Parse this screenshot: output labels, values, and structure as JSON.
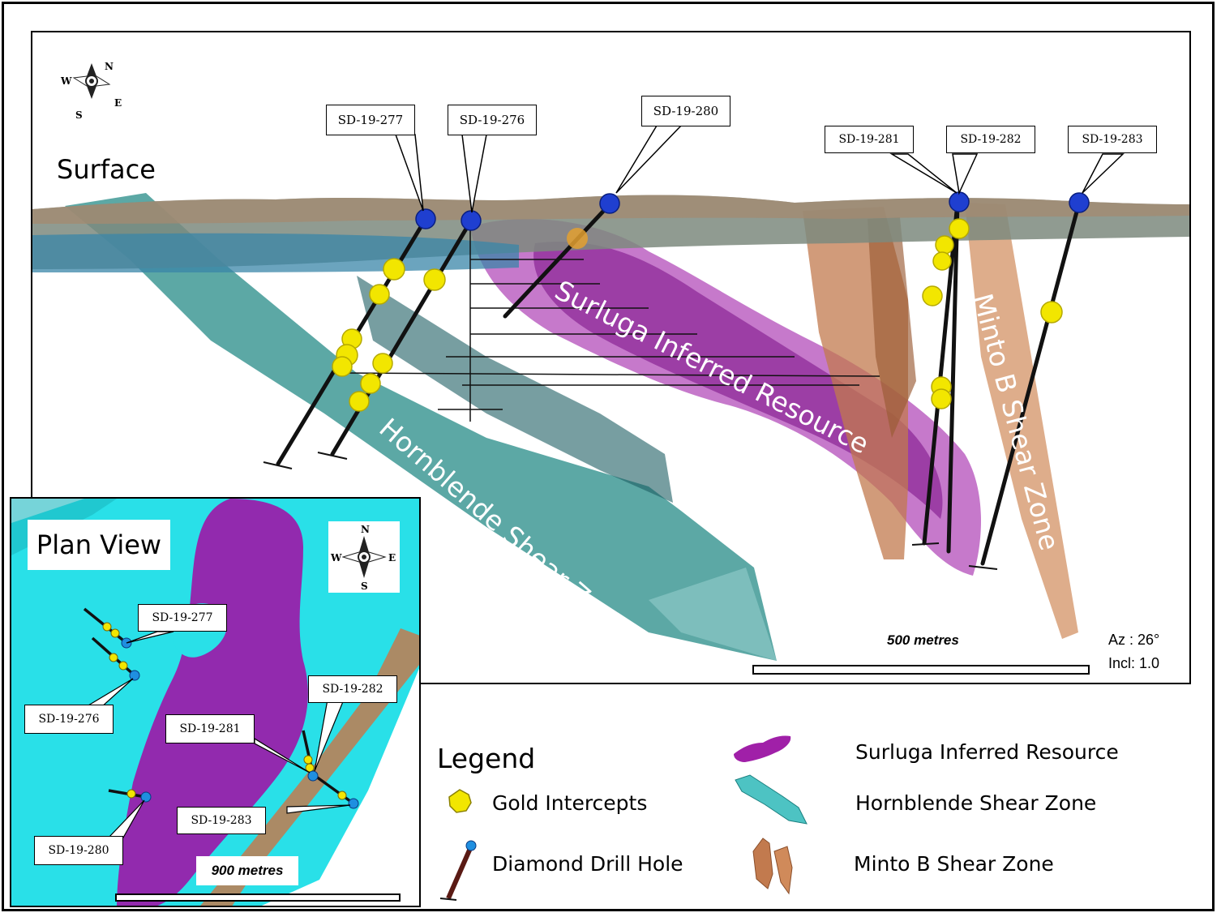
{
  "section": {
    "surface_label": "Surface",
    "zone_labels": {
      "surluga": "Surluga Inferred Resource",
      "hornblende": "Hornblende Shear Zone",
      "minto": "Minto B Shear Zone"
    },
    "drill_holes": [
      "SD-19-277",
      "SD-19-276",
      "SD-19-280",
      "SD-19-281",
      "SD-19-282",
      "SD-19-283"
    ],
    "compass": {
      "n": "N",
      "s": "S",
      "e": "E",
      "w": "W"
    },
    "scale_label": "500 metres",
    "azimuth": "Az : 26°",
    "inclination": "Incl: 1.0"
  },
  "plan": {
    "title": "Plan View",
    "drill_holes": [
      "SD-19-277",
      "SD-19-276",
      "SD-19-282",
      "SD-19-281",
      "SD-19-283",
      "SD-19-280"
    ],
    "compass": {
      "n": "N",
      "s": "S",
      "e": "E",
      "w": "W"
    },
    "scale_label": "900 metres"
  },
  "legend": {
    "title": "Legend",
    "items": [
      "Gold Intercepts",
      "Diamond Drill Hole",
      "Surluga Inferred Resource",
      "Hornblende Shear Zone",
      "Minto B Shear Zone"
    ]
  },
  "colors": {
    "surluga": "#a020a8",
    "hornblende": "#2e8f8c",
    "minto": "#c27a4e",
    "gold": "#f2e600",
    "collar": "#1f3fd0",
    "plan_background": "#29e0e8"
  }
}
